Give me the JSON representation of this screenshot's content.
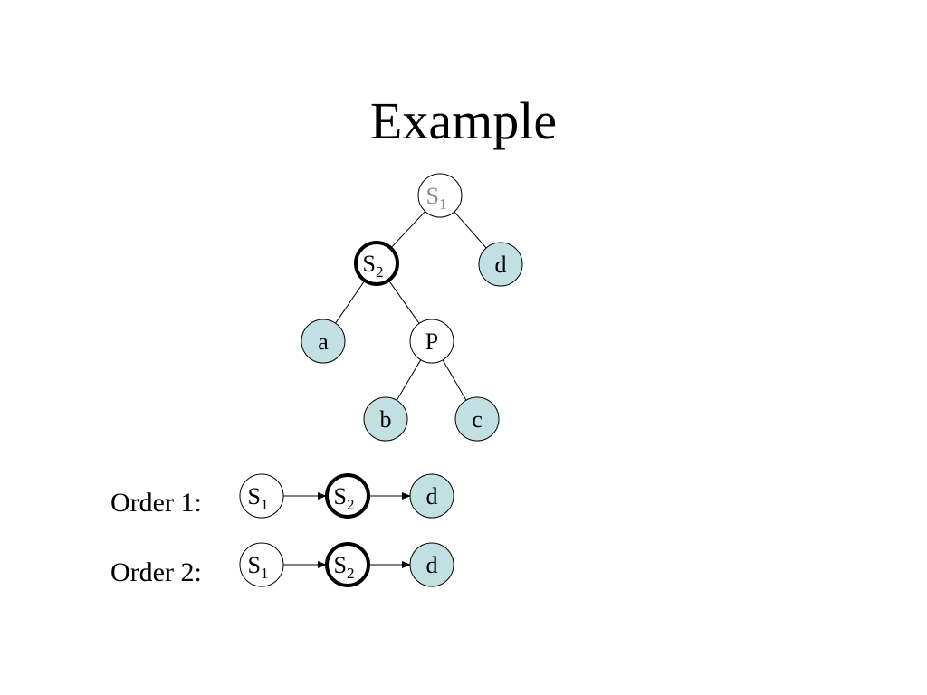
{
  "title": "Example",
  "colors": {
    "leaf_fill": "#c2e0e2",
    "node_fill": "#ffffff",
    "faded_text": "#8c8c8c",
    "stroke": "#000000"
  },
  "tree": {
    "nodes": [
      {
        "id": "s1",
        "base": "S",
        "sub": "1",
        "kind": "internal",
        "style": "faded"
      },
      {
        "id": "s2",
        "base": "S",
        "sub": "2",
        "kind": "internal",
        "style": "bold"
      },
      {
        "id": "d",
        "base": "d",
        "sub": "",
        "kind": "leaf",
        "style": "normal"
      },
      {
        "id": "a",
        "base": "a",
        "sub": "",
        "kind": "leaf",
        "style": "normal"
      },
      {
        "id": "p",
        "base": "P",
        "sub": "",
        "kind": "internal",
        "style": "normal"
      },
      {
        "id": "b",
        "base": "b",
        "sub": "",
        "kind": "leaf",
        "style": "normal"
      },
      {
        "id": "c",
        "base": "c",
        "sub": "",
        "kind": "leaf",
        "style": "normal"
      }
    ],
    "edges": [
      [
        "s1",
        "s2"
      ],
      [
        "s1",
        "d"
      ],
      [
        "s2",
        "a"
      ],
      [
        "s2",
        "p"
      ],
      [
        "p",
        "b"
      ],
      [
        "p",
        "c"
      ]
    ]
  },
  "orders": [
    {
      "label": "Order 1:",
      "sequence": [
        {
          "base": "S",
          "sub": "1",
          "kind": "internal",
          "style": "normal"
        },
        {
          "base": "S",
          "sub": "2",
          "kind": "internal",
          "style": "bold"
        },
        {
          "base": "d",
          "sub": "",
          "kind": "leaf",
          "style": "normal"
        }
      ]
    },
    {
      "label": "Order 2:",
      "sequence": [
        {
          "base": "S",
          "sub": "1",
          "kind": "internal",
          "style": "normal"
        },
        {
          "base": "S",
          "sub": "2",
          "kind": "internal",
          "style": "bold"
        },
        {
          "base": "d",
          "sub": "",
          "kind": "leaf",
          "style": "normal"
        }
      ]
    }
  ]
}
